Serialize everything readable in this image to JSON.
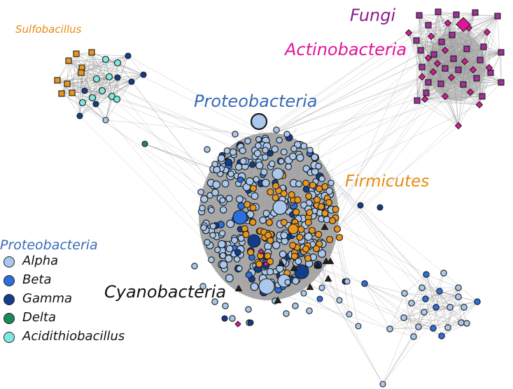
{
  "labels": {
    "sulfobacillus": "Sulfobacillus",
    "fungi": "Fungi",
    "actinobacteria": "Actinobacteria",
    "proteobacteria": "Proteobacteria",
    "firmicutes": "Firmicutes",
    "cyanobacteria": "Cyanobacteria"
  },
  "legend": {
    "title": "Proteobacteria",
    "items": [
      {
        "label": "Alpha",
        "color": "#a9c8ec"
      },
      {
        "label": "Beta",
        "color": "#2a6fdc"
      },
      {
        "label": "Gamma",
        "color": "#123d8c"
      },
      {
        "label": "Delta",
        "color": "#1a8a5a"
      },
      {
        "label": "Acidithiobacillus",
        "color": "#7fe8e0"
      }
    ]
  },
  "colors": {
    "alpha": "#a9c8ec",
    "beta": "#2a6fdc",
    "gamma": "#123d8c",
    "delta": "#1a8a5a",
    "acidithiobacillus": "#7fe8e0",
    "firmicutes": "#e8961e",
    "fungi": "#a0309a",
    "actinobacteria": "#e0169a",
    "cyanobacteria": "#222222",
    "edge": "#9a9a9a"
  }
}
